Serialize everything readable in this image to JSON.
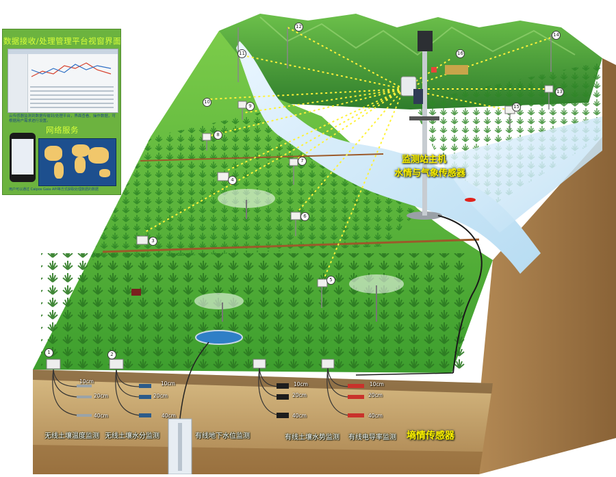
{
  "panel": {
    "title": "数据接收/处理管理平台视窗界面",
    "note1": "云传感器监测到数据传输到/处理平台，界面查看、操作数据，可根据用户需求进行设置。",
    "subtitle": "网络服务",
    "note2": "用户可以通过 Caipos Gaia API等方式获取处理数据的数据"
  },
  "station": {
    "line1": "监测站主机",
    "line2": "水情与气象传感器"
  },
  "soil_title": "墒情传感器",
  "monitors": [
    {
      "label": "无线土壤温度监测"
    },
    {
      "label": "无线土壤水分监测"
    },
    {
      "label": "有线地下水位监测"
    },
    {
      "label": "有线土壤水势监测"
    },
    {
      "label": "有线电导率监测"
    }
  ],
  "depths": [
    "10cm",
    "20cm",
    "40cm"
  ],
  "node_numbers": [
    "1",
    "2",
    "3",
    "4",
    "5",
    "6",
    "7",
    "8",
    "9",
    "10",
    "11",
    "12",
    "13",
    "14",
    "15",
    "16"
  ],
  "colors": {
    "sky": "#ffffff",
    "mountain": "#3f9a3a",
    "field": "#4fb43a",
    "soil": "#c9a66b",
    "water": "#dcefff",
    "link": "#fff23a",
    "label_yellow": "#ffef00"
  }
}
